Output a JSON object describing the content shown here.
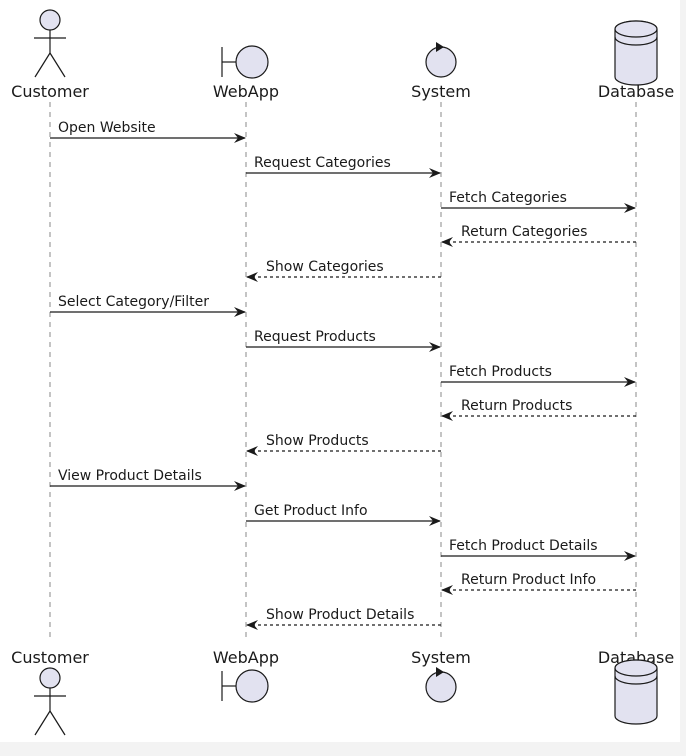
{
  "participants": [
    {
      "id": "customer",
      "label": "Customer",
      "kind": "actor"
    },
    {
      "id": "webapp",
      "label": "WebApp",
      "kind": "boundary"
    },
    {
      "id": "system",
      "label": "System",
      "kind": "control"
    },
    {
      "id": "database",
      "label": "Database",
      "kind": "database"
    }
  ],
  "messages": [
    {
      "from": "customer",
      "to": "webapp",
      "label": "Open Website",
      "style": "solid"
    },
    {
      "from": "webapp",
      "to": "system",
      "label": "Request Categories",
      "style": "solid"
    },
    {
      "from": "system",
      "to": "database",
      "label": "Fetch Categories",
      "style": "solid"
    },
    {
      "from": "database",
      "to": "system",
      "label": "Return Categories",
      "style": "dashed"
    },
    {
      "from": "system",
      "to": "webapp",
      "label": "Show Categories",
      "style": "dashed"
    },
    {
      "from": "customer",
      "to": "webapp",
      "label": "Select Category/Filter",
      "style": "solid"
    },
    {
      "from": "webapp",
      "to": "system",
      "label": "Request Products",
      "style": "solid"
    },
    {
      "from": "system",
      "to": "database",
      "label": "Fetch Products",
      "style": "solid"
    },
    {
      "from": "database",
      "to": "system",
      "label": "Return Products",
      "style": "dashed"
    },
    {
      "from": "system",
      "to": "webapp",
      "label": "Show Products",
      "style": "dashed"
    },
    {
      "from": "customer",
      "to": "webapp",
      "label": "View Product Details",
      "style": "solid"
    },
    {
      "from": "webapp",
      "to": "system",
      "label": "Get Product Info",
      "style": "solid"
    },
    {
      "from": "system",
      "to": "database",
      "label": "Fetch Product Details",
      "style": "solid"
    },
    {
      "from": "database",
      "to": "system",
      "label": "Return Product Info",
      "style": "dashed"
    },
    {
      "from": "system",
      "to": "webapp",
      "label": "Show Product Details",
      "style": "dashed"
    }
  ],
  "colors": {
    "participant_fill": "#e2e2f0",
    "stroke": "#1a1a1a",
    "lifeline": "#8a8a8a",
    "background": "#ffffff"
  }
}
